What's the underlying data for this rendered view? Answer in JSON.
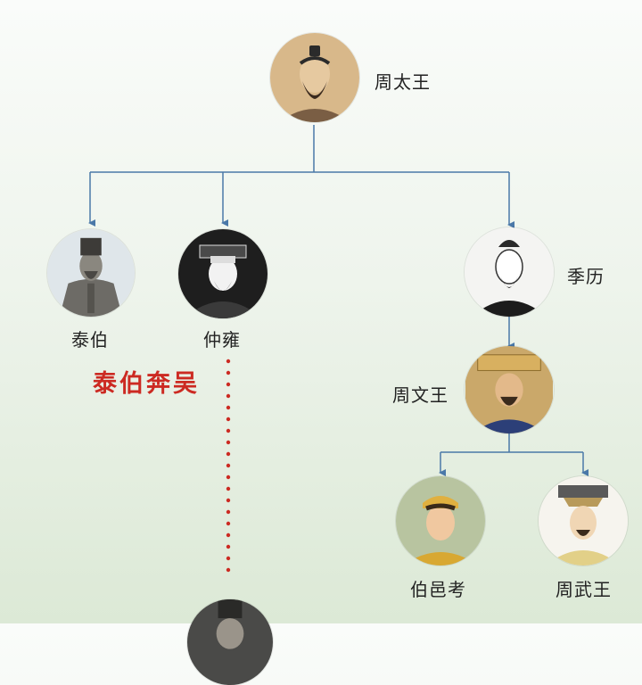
{
  "people": {
    "taiwang": {
      "name": "周太王"
    },
    "taibo": {
      "name": "泰伯"
    },
    "zhongyong": {
      "name": "仲雍"
    },
    "jili": {
      "name": "季历"
    },
    "wenwang": {
      "name": "周文王"
    },
    "boyikao": {
      "name": "伯邑考"
    },
    "wuwang": {
      "name": "周武王"
    }
  },
  "event": {
    "label": "泰伯奔吴",
    "color": "#cc2a22"
  },
  "colors": {
    "connector": "#4a78a8",
    "dotted": "#cc2a22"
  }
}
